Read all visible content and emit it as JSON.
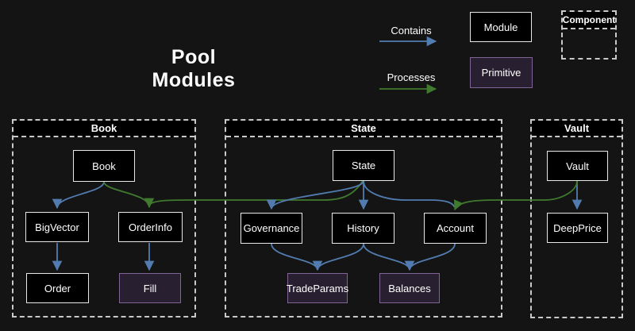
{
  "title": "Pool Modules",
  "legend": {
    "contains_label": "Contains",
    "processes_label": "Processes",
    "module_label": "Module",
    "primitive_label": "Primitive",
    "component_label": "Component"
  },
  "colors": {
    "background": "#141414",
    "text": "#ffffff",
    "contains_arrow": "#527cb0",
    "processes_arrow": "#3f7a2e",
    "module_fill": "#000000",
    "module_border": "#e8e8e8",
    "primitive_fill": "#282030",
    "primitive_border": "#806496",
    "group_border": "#c9c9c9",
    "header_fill": "#000000"
  },
  "groups": [
    {
      "label": "Book",
      "nodes": [
        {
          "id": "book",
          "label": "Book",
          "type": "module"
        },
        {
          "id": "bigvector",
          "label": "BigVector",
          "type": "module"
        },
        {
          "id": "orderinfo",
          "label": "OrderInfo",
          "type": "module"
        },
        {
          "id": "order",
          "label": "Order",
          "type": "module"
        },
        {
          "id": "fill",
          "label": "Fill",
          "type": "primitive"
        }
      ]
    },
    {
      "label": "State",
      "nodes": [
        {
          "id": "state",
          "label": "State",
          "type": "module"
        },
        {
          "id": "governance",
          "label": "Governance",
          "type": "module"
        },
        {
          "id": "history",
          "label": "History",
          "type": "module"
        },
        {
          "id": "account",
          "label": "Account",
          "type": "module"
        },
        {
          "id": "tradeparams",
          "label": "TradeParams",
          "type": "primitive"
        },
        {
          "id": "balances",
          "label": "Balances",
          "type": "primitive"
        }
      ]
    },
    {
      "label": "Vault",
      "nodes": [
        {
          "id": "vault",
          "label": "Vault",
          "type": "module"
        },
        {
          "id": "deepprice",
          "label": "DeepPrice",
          "type": "module"
        }
      ]
    }
  ],
  "edges": [
    {
      "from": "Book",
      "to": "BigVector",
      "type": "contains"
    },
    {
      "from": "Book",
      "to": "OrderInfo",
      "type": "processes"
    },
    {
      "from": "BigVector",
      "to": "Order",
      "type": "contains"
    },
    {
      "from": "OrderInfo",
      "to": "Fill",
      "type": "contains"
    },
    {
      "from": "State",
      "to": "Governance",
      "type": "contains"
    },
    {
      "from": "State",
      "to": "History",
      "type": "contains"
    },
    {
      "from": "State",
      "to": "Account",
      "type": "contains"
    },
    {
      "from": "State",
      "to": "OrderInfo",
      "type": "processes"
    },
    {
      "from": "Governance",
      "to": "TradeParams",
      "type": "contains"
    },
    {
      "from": "History",
      "to": "TradeParams",
      "type": "contains"
    },
    {
      "from": "History",
      "to": "Balances",
      "type": "contains"
    },
    {
      "from": "Account",
      "to": "Balances",
      "type": "contains"
    },
    {
      "from": "Vault",
      "to": "DeepPrice",
      "type": "contains"
    },
    {
      "from": "Vault",
      "to": "Account",
      "type": "processes"
    }
  ]
}
